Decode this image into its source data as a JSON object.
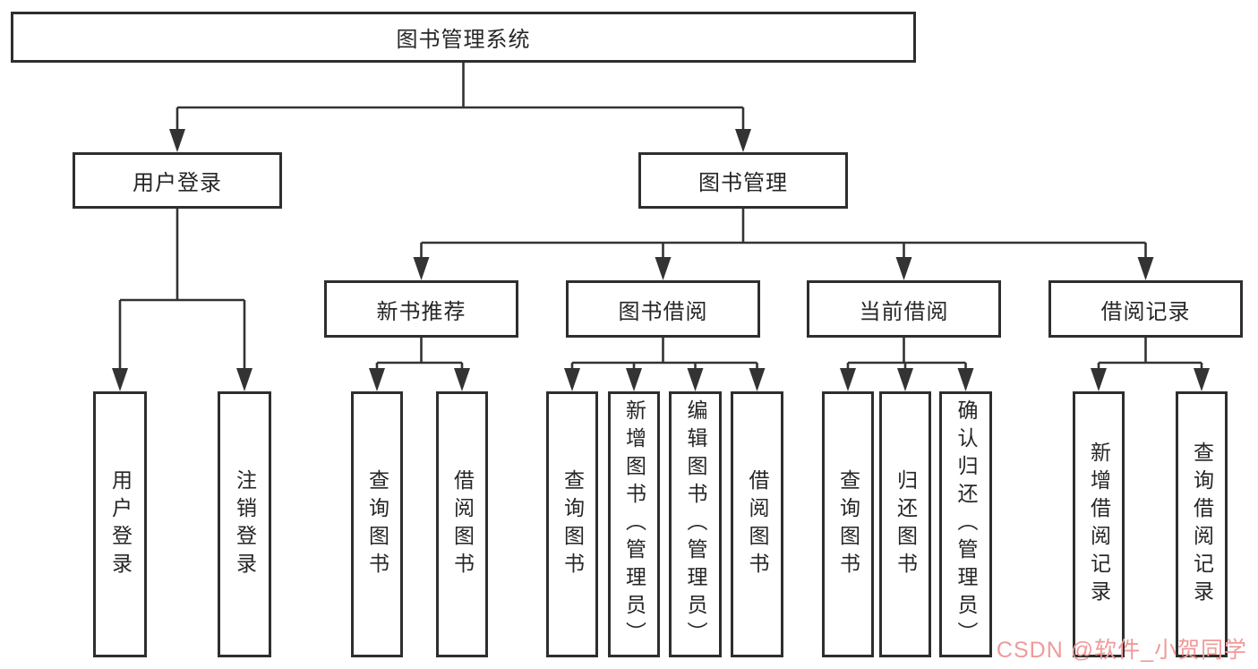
{
  "diagram": {
    "root_label": "图书管理系统",
    "level2": [
      "用户登录",
      "图书管理"
    ],
    "level3": [
      "新书推荐",
      "图书借阅",
      "当前借阅",
      "借阅记录"
    ],
    "leaves_user_login": [
      "用户登录",
      "注销登录"
    ],
    "leaves_new_book": [
      "查询图书",
      "借阅图书"
    ],
    "leaves_book_borrow": [
      "查询图书",
      "新增图书（管理员）",
      "编辑图书（管理员）",
      "借阅图书"
    ],
    "leaves_current_borrow": [
      "查询图书",
      "归还图书",
      "确认归还（管理员）"
    ],
    "leaves_borrow_record": [
      "新增借阅记录",
      "查询借阅记录"
    ]
  },
  "watermark": {
    "text": "CSDN @软件_小贺同学",
    "color": "#F09A9A"
  },
  "colors": {
    "line": "#333333",
    "box_border": "#2e2e2e",
    "text": "#262626",
    "background": "#ffffff"
  }
}
